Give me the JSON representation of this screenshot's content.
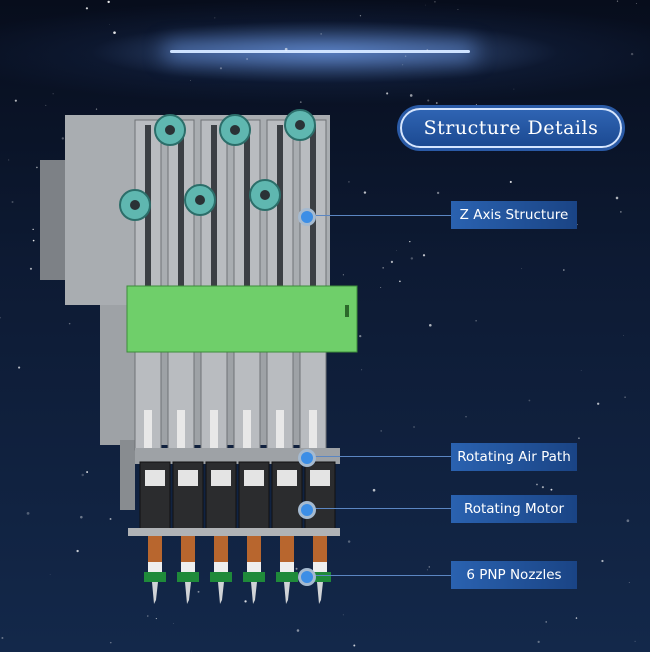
{
  "title": "Structure Details",
  "labels": {
    "z_axis": "Z Axis Structure",
    "air_path": "Rotating Air Path",
    "motor": "Rotating Motor",
    "nozzles": "6 PNP Nozzles"
  },
  "colors": {
    "accent": "#2a62b0",
    "pcb": "#6fcf6a",
    "background": "#0d1a33"
  }
}
